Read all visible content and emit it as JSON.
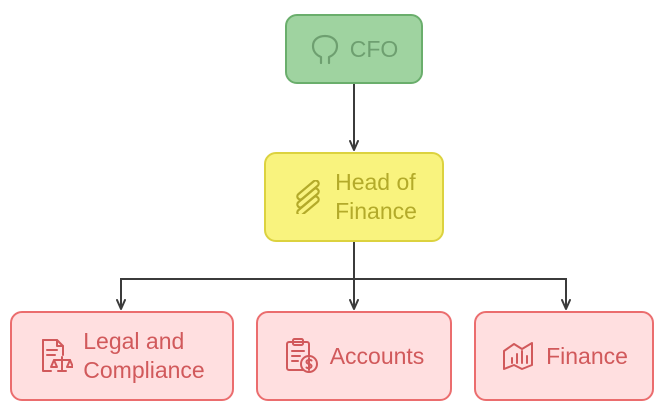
{
  "diagram": {
    "nodes": {
      "cfo": {
        "label": "CFO",
        "icon": "head-profile-icon",
        "color": "#9fd3a0"
      },
      "head": {
        "label": "Head of\nFinance",
        "icon": "stacked-bars-icon",
        "color": "#f9f37e"
      },
      "legal": {
        "label": "Legal and\nCompliance",
        "icon": "legal-scales-document-icon",
        "color": "#ffdfe0"
      },
      "accounts": {
        "label": "Accounts",
        "icon": "clipboard-dollar-icon",
        "color": "#ffdfe0"
      },
      "finance": {
        "label": "Finance",
        "icon": "chart-window-icon",
        "color": "#ffdfe0"
      }
    },
    "edges": [
      {
        "from": "cfo",
        "to": "head"
      },
      {
        "from": "head",
        "to": "legal"
      },
      {
        "from": "head",
        "to": "accounts"
      },
      {
        "from": "head",
        "to": "finance"
      }
    ],
    "colors": {
      "connector": "#3b3b3b",
      "green_border": "#6aae6c",
      "yellow_border": "#dcd23f",
      "red_border": "#eb6d6e"
    }
  }
}
